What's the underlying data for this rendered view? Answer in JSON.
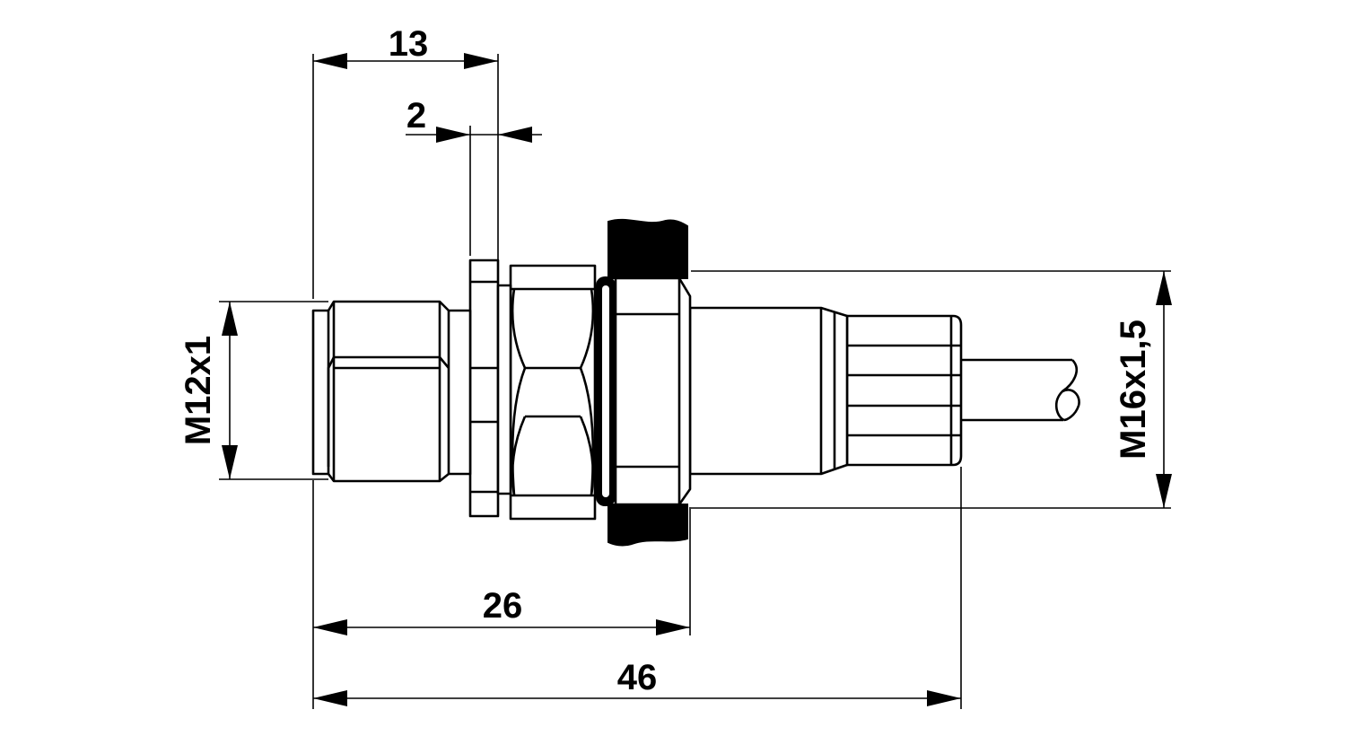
{
  "dimensions": {
    "top_length": "13",
    "flange_thickness": "2",
    "front_length": "26",
    "total_length": "46",
    "thread_front": "M12x1",
    "thread_rear": "M16x1,5"
  },
  "colors": {
    "line": "#000000",
    "background": "#ffffff"
  }
}
